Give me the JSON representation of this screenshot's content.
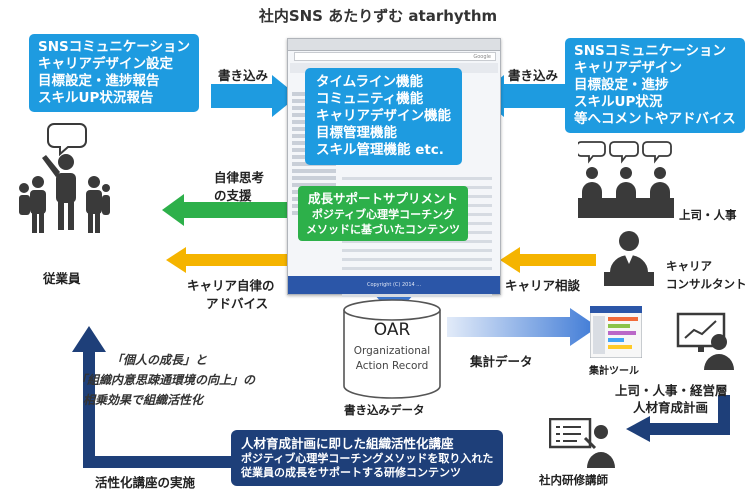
{
  "title": "社内SNS あたりずむ atarhythm",
  "left_box": [
    "SNSコミュニケーション",
    "キャリアデザイン設定",
    "目標設定・進捗報告",
    "スキルUP状況報告"
  ],
  "right_box": [
    "SNSコミュニケーション",
    "キャリアデザイン",
    "目標設定・進捗",
    "スキルUP状況",
    "等へコメントやアドバイス"
  ],
  "center_box": [
    "タイムライン機能",
    "コミュニティ機能",
    "キャリアデザイン機能",
    "目標管理機能",
    "スキル管理機能 etc."
  ],
  "green_box": [
    "成長サポートサプリメント",
    "ポジティブ心理学コーチング",
    "メソッドに基づいたコンテンツ"
  ],
  "labels": {
    "write_left": "書き込み",
    "write_right": "書き込み",
    "autonomy_1": "自律思考",
    "autonomy_2": "の支援",
    "career_advice_1": "キャリア自律の",
    "career_advice_2": "アドバイス",
    "career_consult": "キャリア相談",
    "aggregate_data": "集計データ",
    "write_data": "書き込みデータ",
    "training_plan": "人材育成計画",
    "training_impl": "活性化講座の実施"
  },
  "actors": {
    "employee": "従業員",
    "boss_hr": "上司・人事",
    "career_1": "キャリア",
    "career_2": "コンサルタント",
    "tool": "集計ツール",
    "managers": "上司・人事・経営層",
    "trainer": "社内研修講師"
  },
  "oar": {
    "name": "OAR",
    "line1": "Organizational",
    "line2": "Action Record"
  },
  "italic_text": [
    "「個人の成長」と",
    "「組織内意思疎通環境の向上」の",
    "相乗効果で組織活性化"
  ],
  "bottom_box": [
    "人材育成計画に即した組織活性化講座",
    "ポジティブ心理学コーチングメソッドを取り入れた",
    "従業員の成長をサポートする研修コンテンツ"
  ],
  "browser": {
    "footer": "Copyright (C) 2014 ...",
    "search": "Google"
  },
  "colors": {
    "blue": "#1e9be0",
    "navy": "#1e3f79",
    "green": "#2db04a",
    "orange": "#f5b400",
    "down_arrow": "#3e7ad6",
    "people": "#3a3a3a"
  }
}
